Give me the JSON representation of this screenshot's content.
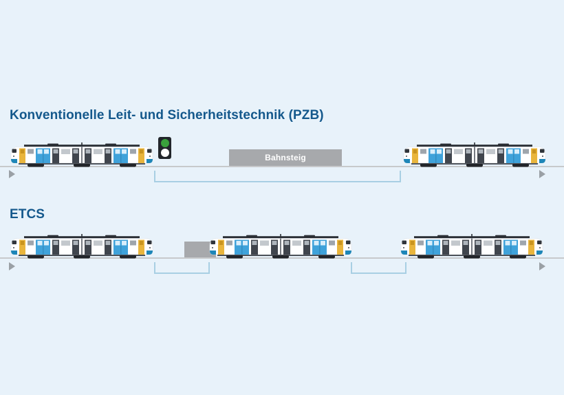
{
  "page": {
    "background_color": "#e8f2fa",
    "title_color": "#14588c"
  },
  "sections": {
    "pzb": {
      "title": "Konventionelle Leit- und Sicherheitstechnik (PZB)",
      "platform_label": "Bahnsteig",
      "train_count": 2,
      "signal_state": "green",
      "block_section_count": 1
    },
    "etcs": {
      "title": "ETCS",
      "train_count": 3,
      "block_section_count": 2
    }
  },
  "colors": {
    "track": "#c7c9cb",
    "platform": "#a7a9ac",
    "platform_text": "#ffffff",
    "block_bracket": "#a8cfe3",
    "direction_arrow": "#9aa0a5",
    "signal_housing": "#22262b",
    "signal_green": "#3aa23c",
    "signal_white": "#ffffff",
    "train_body": "#ffffff",
    "train_roof": "#2b2f35",
    "train_door_blue": "#3fa2da",
    "train_door_yellow": "#e9b53c",
    "train_skirt_cyan": "#1d86b8"
  }
}
